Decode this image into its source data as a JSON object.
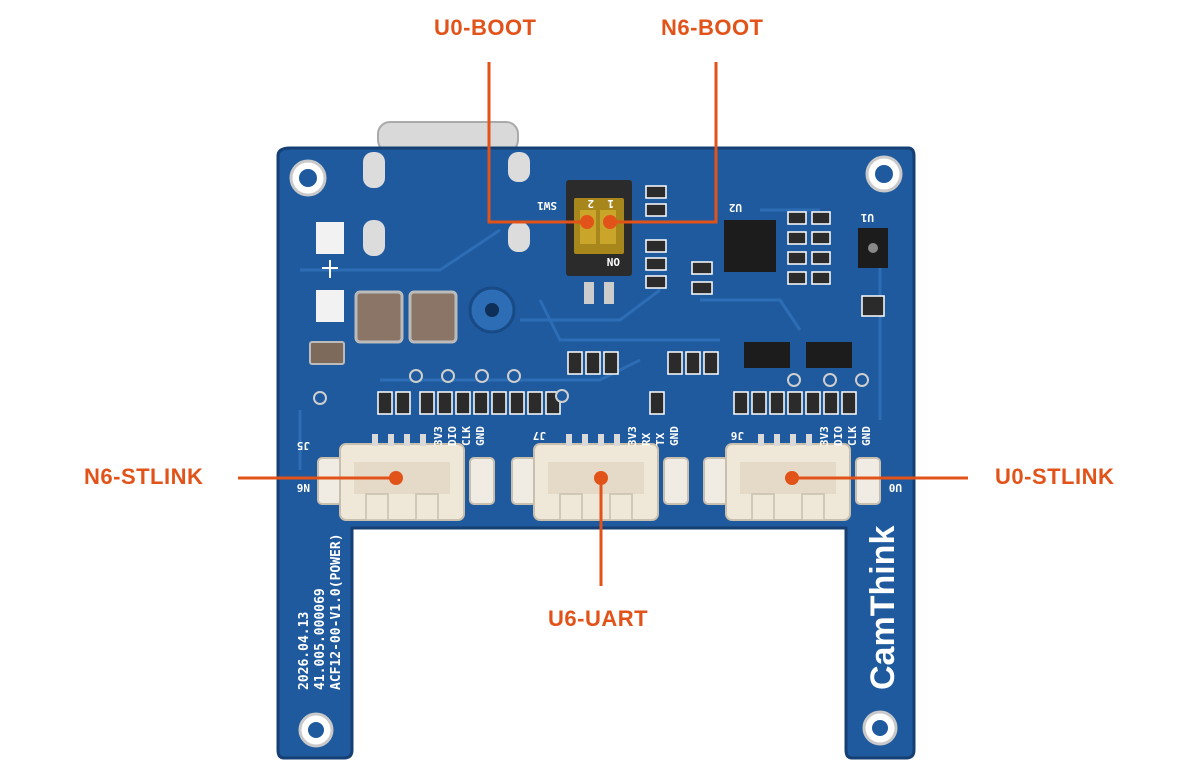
{
  "callouts": {
    "u0_boot": "U0-BOOT",
    "n6_boot": "N6-BOOT",
    "n6_stlink": "N6-STLINK",
    "u0_stlink": "U0-STLINK",
    "u6_uart": "U6-UART"
  },
  "silkscreen": {
    "sw_label": "SW1",
    "sw_num1": "1",
    "sw_num2": "2",
    "sw_on": "ON",
    "u2": "U2",
    "u1": "U1",
    "j5": "J5",
    "j7": "J7",
    "j6": "J6",
    "j5_pins": [
      "3V3",
      "DIO",
      "CLK",
      "GND"
    ],
    "j7_pins": [
      "3V3",
      "RX",
      "TX",
      "GND"
    ],
    "j6_pins": [
      "3V3",
      "DIO",
      "CLK",
      "GND"
    ],
    "n6": "N6",
    "u0": "U0",
    "date": "2026.04.13",
    "part_no": "41.005.000069",
    "model": "ACF12-00-V1.0(POWER)",
    "brand": "CamThink"
  },
  "colors": {
    "callout": "#e2531a",
    "pcb": "#1f5a9e",
    "pcb_dark": "#163f73",
    "silk": "#ffffff",
    "connector": "#efe7d8"
  }
}
